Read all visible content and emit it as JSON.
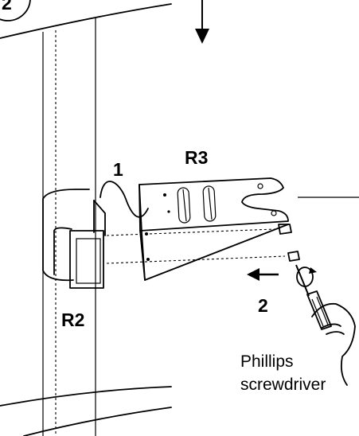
{
  "step_number": "2",
  "labels": {
    "step_1": "1",
    "step_2": "2",
    "bracket_r3": "R3",
    "mount_r2": "R2",
    "tool_line1": "Phillips",
    "tool_line2": "screwdriver"
  }
}
